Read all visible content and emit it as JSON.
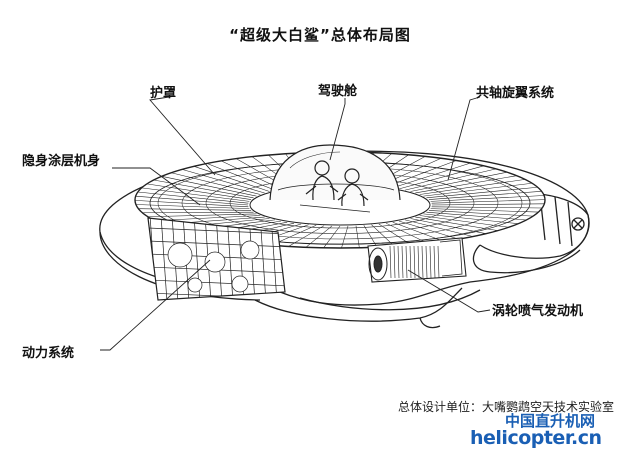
{
  "title": "“超级大白鲨”总体布局图",
  "labels": {
    "canopy": "护罩",
    "cockpit": "驾驶舱",
    "coaxial_rotor": "共轴旋翼系统",
    "stealth_body": "隐身涂层机身",
    "power_system": "动力系统",
    "turbojet": "涡轮喷气发动机"
  },
  "credit": "总体设计单位：大嘴鹦鹉空天技术实验室",
  "watermark": {
    "cn": "中国直升机网",
    "url": "helicopter.cn",
    "color": "#1a5fb4"
  },
  "colors": {
    "line": "#222222",
    "background": "#ffffff",
    "accent": "#1a5fb4"
  }
}
